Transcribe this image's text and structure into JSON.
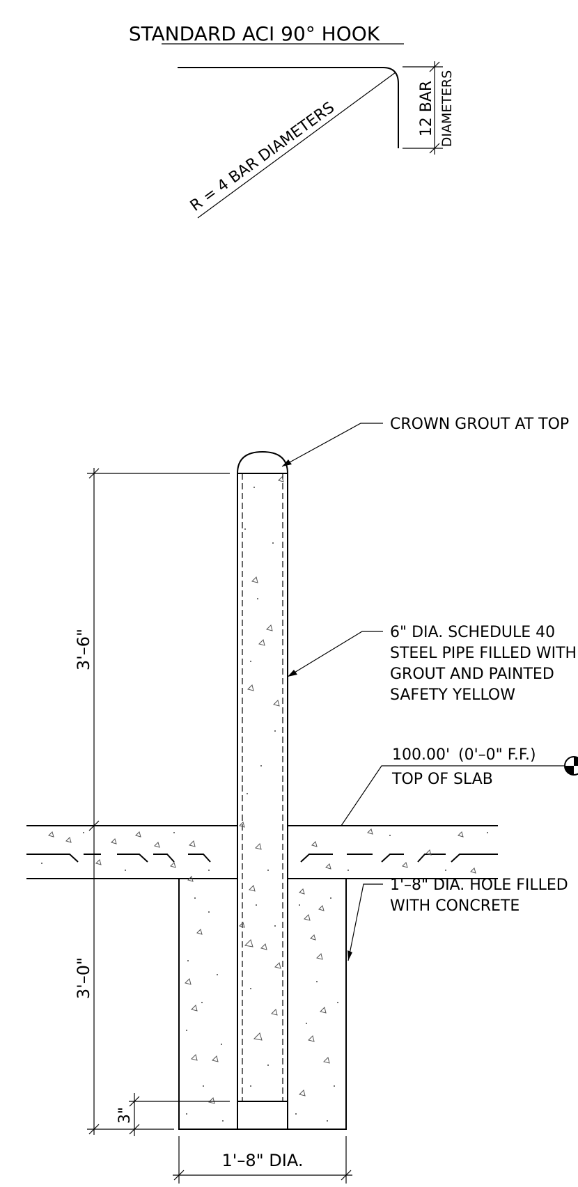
{
  "hook": {
    "title": "STANDARD ACI 90° HOOK",
    "radius_label": "R = 4 BAR DIAMETERS",
    "ext_label_1": "12 BAR",
    "ext_label_2": "DIAMETERS"
  },
  "bollard": {
    "note_crown": "CROWN GROUT AT TOP",
    "note_pipe_1": "6\" DIA. SCHEDULE 40",
    "note_pipe_2": "STEEL PIPE FILLED WITH",
    "note_pipe_3": "GROUT AND PAINTED",
    "note_pipe_4": "SAFETY YELLOW",
    "elev_1": "100.00'",
    "elev_2": "(0'–0\" F.F.)",
    "elev_3": "TOP OF SLAB",
    "note_hole_1": "1'–8\" DIA. HOLE FILLED",
    "note_hole_2": "WITH CONCRETE",
    "dim_above": "3'–6\"",
    "dim_below": "3'–0\"",
    "dim_bottom": "3\"",
    "dim_width": "1'–8\" DIA."
  }
}
